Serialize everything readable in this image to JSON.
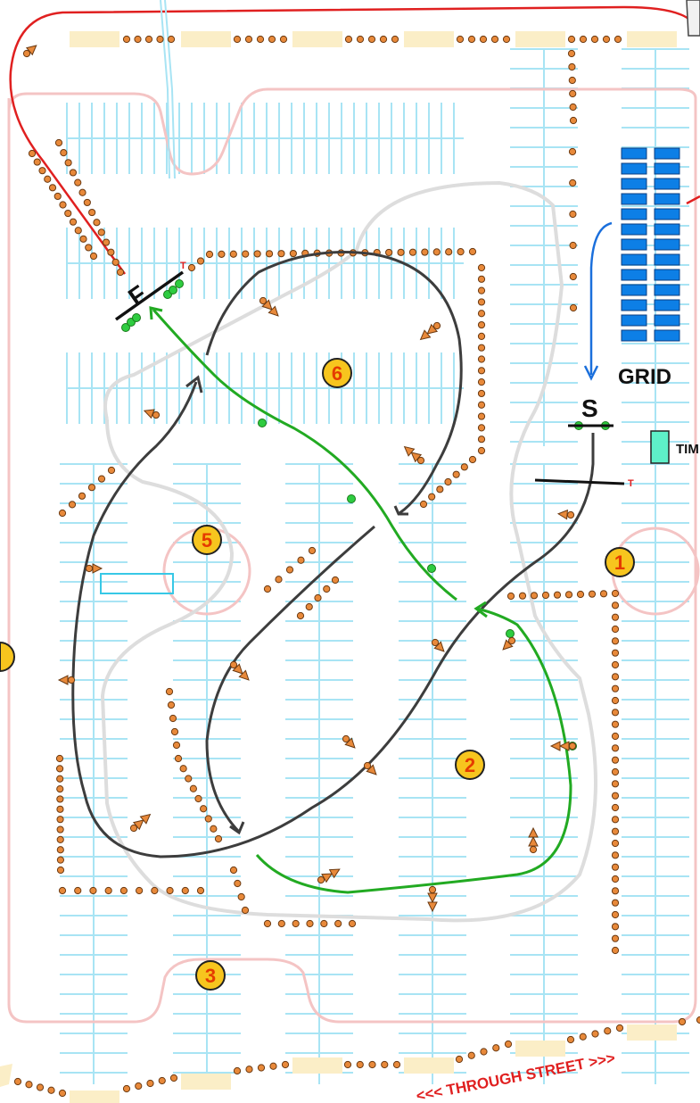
{
  "map": {
    "labels": {
      "grid": "GRID",
      "start": "S",
      "finish": "F",
      "timer": "TIM",
      "street": "<<< THROUGH STREET >>>",
      "timing_mark": "T"
    },
    "stations": [
      {
        "id": "station-1",
        "label": "1"
      },
      {
        "id": "station-2",
        "label": "2"
      },
      {
        "id": "station-3",
        "label": "3"
      },
      {
        "id": "station-5",
        "label": "5"
      },
      {
        "id": "station-6",
        "label": "6"
      }
    ],
    "colors": {
      "course_line": "#3d3d3d",
      "green_route": "#22aa22",
      "red_route": "#e02020",
      "grid_arrow": "#1a6fdc",
      "cone": "#e8893a",
      "parking_lines": "#a8e4f4",
      "faint_outline": "#f0b0b0",
      "grid_cars": "#0d7fe6",
      "station_badge": "#f7c51e",
      "station_number": "#e53b00",
      "placeholder_block": "#fbeec7",
      "timer_box": "#5ef0c8"
    }
  }
}
